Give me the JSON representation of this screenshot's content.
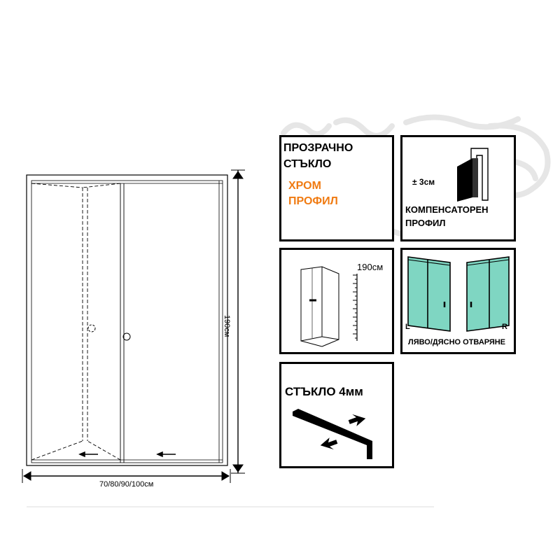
{
  "drawing": {
    "height_label": "190см",
    "width_label": "70/80/90/100см"
  },
  "features": {
    "glass": {
      "line1": "ПРОЗРАЧНО",
      "line2": "СТЪКЛО",
      "line3": "ХРОМ",
      "line4": "ПРОФИЛ",
      "accent_color": "#f07b12"
    },
    "compensator": {
      "tolerance": "± 3см",
      "line1": "КОМПЕНСАТОРЕН",
      "line2": "ПРОФИЛ"
    },
    "height": {
      "label": "190см"
    },
    "opening": {
      "left_mark": "L",
      "right_mark": "R",
      "caption": "ЛЯВО/ДЯСНО ОТВАРЯНЕ",
      "glass_color": "#7fd6c2"
    },
    "thickness": {
      "label": "СТЪКЛО 4мм"
    }
  }
}
